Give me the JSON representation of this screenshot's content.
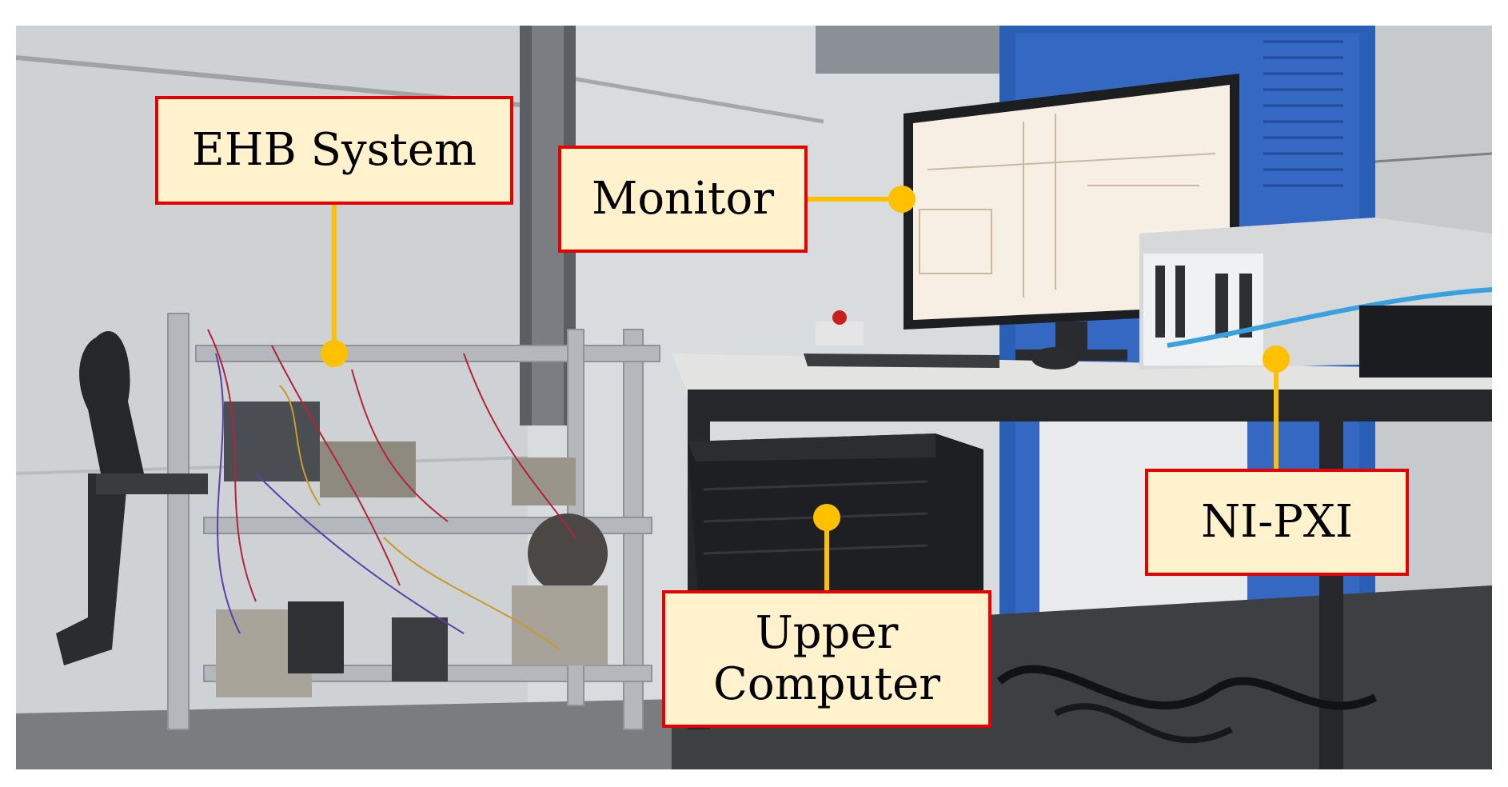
{
  "figure": {
    "labels": {
      "ehb_system": "EHB System",
      "monitor": "Monitor",
      "ni_pxi": "NI-PXI",
      "upper_computer": "Upper\nComputer"
    },
    "colors": {
      "label_fill": "#fff2cc",
      "label_border": "#e60000",
      "leader": "#ffc000"
    }
  }
}
